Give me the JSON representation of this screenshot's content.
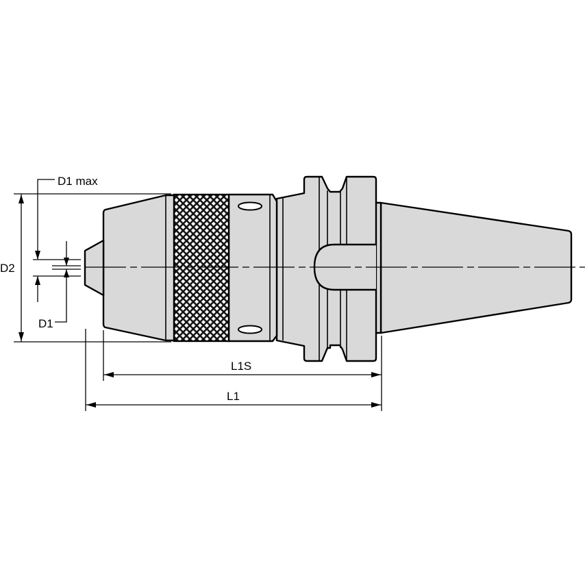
{
  "drawing": {
    "subject": "BT drill chuck holder (keyless drill chuck with taper shank)",
    "background": "#ffffff",
    "part_fill": "#d9d9d9",
    "line_color": "#000000"
  },
  "dimensions": {
    "d1_max": "D1 max",
    "d1": "D1",
    "d2": "D2",
    "l1s": "L1S",
    "l1": "L1"
  }
}
